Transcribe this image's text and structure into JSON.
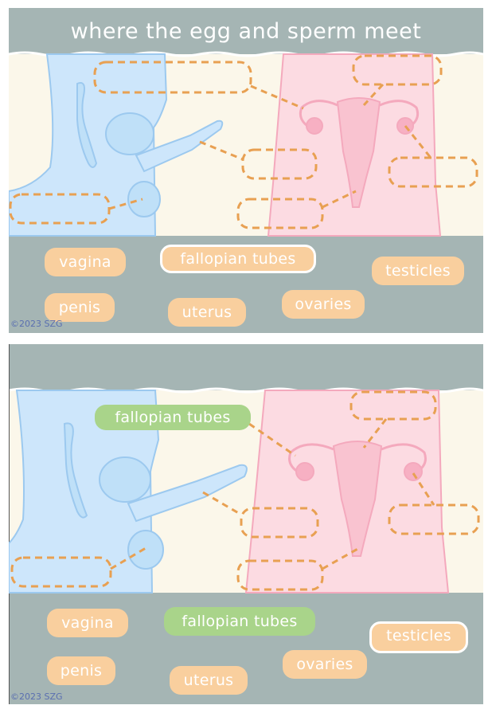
{
  "top_panel": {
    "title": "where the egg and sperm meet",
    "copyright": "©2023 SZG",
    "labels": {
      "vagina": "vagina",
      "fallopian_tubes": "fallopian tubes",
      "testicles": "testicles",
      "penis": "penis",
      "uterus": "uterus",
      "ovaries": "ovaries"
    },
    "selected_label": "fallopian tubes"
  },
  "bottom_panel": {
    "copyright": "©2023 SZG",
    "placed_label": "fallopian tubes",
    "labels": {
      "vagina": "vagina",
      "fallopian_tubes": "fallopian tubes",
      "testicles": "testicles",
      "penis": "penis",
      "uterus": "uterus",
      "ovaries": "ovaries"
    },
    "selected_label": "testicles"
  },
  "colors": {
    "header_bg": "#a5b5b4",
    "scene_bg": "#fbf7ea",
    "male_fill": "#cde6fb",
    "male_stroke": "#9cc9ef",
    "female_fill": "#fcdbe2",
    "female_stroke": "#f4a9bd",
    "chip_bg": "#f9cf9e",
    "chip_text": "#ffffff",
    "dashed_orange": "#e8a052",
    "correct_green": "#a9d48a",
    "tray_bg": "#a5b5b4"
  }
}
